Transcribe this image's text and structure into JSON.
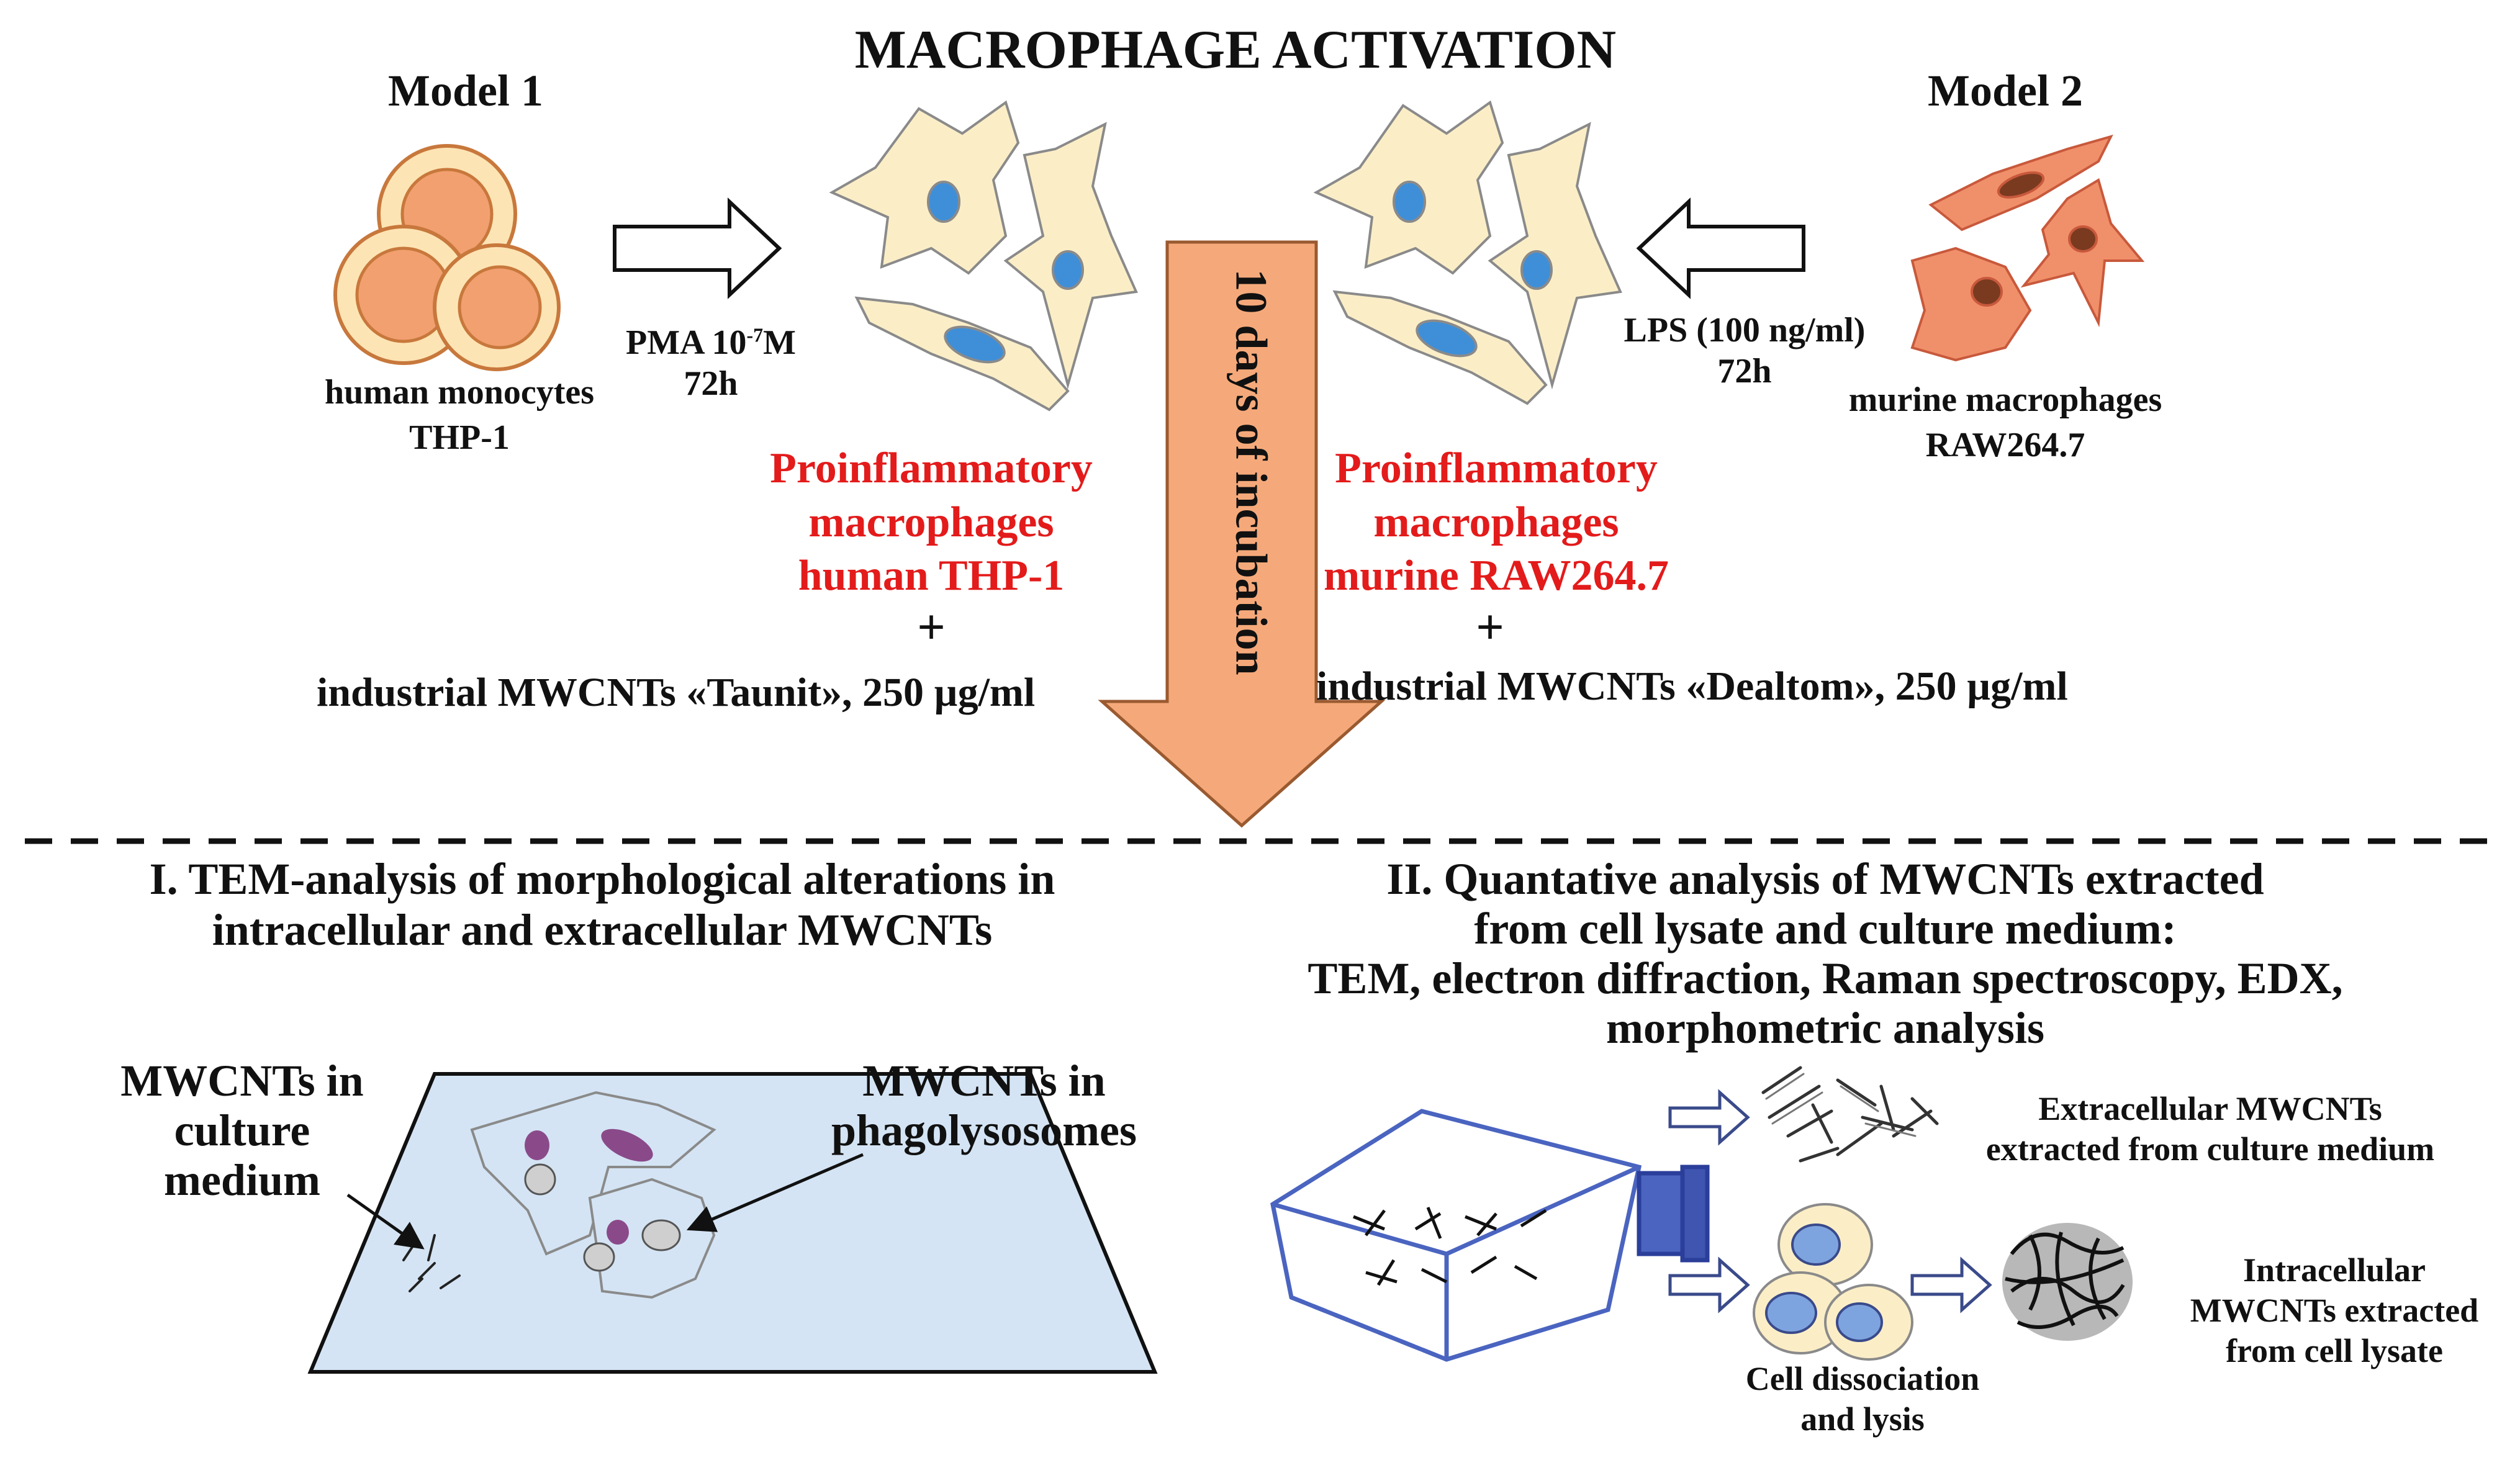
{
  "title": "MACROPHAGE ACTIVATION",
  "model1": {
    "heading": "Model 1",
    "cells": "human monocytes",
    "line": "THP-1",
    "treatment": "PMA 10",
    "treatment_exp": "-7",
    "treatment_unit": "M",
    "duration": "72h",
    "result": [
      "Proinflammatory",
      "macrophages",
      "human THP-1"
    ],
    "plus": "+",
    "nanotubes": "industrial MWCNTs «Taunit», 250 µg/ml"
  },
  "model2": {
    "heading": "Model 2",
    "cells": "murine macrophages",
    "line": "RAW264.7",
    "treatment": "LPS (100 ng/ml)",
    "duration": "72h",
    "result": [
      "Proinflammatory",
      "macrophages",
      "murine RAW264.7"
    ],
    "plus": "+",
    "nanotubes": "industrial MWCNTs «Dealtom», 250 µg/ml"
  },
  "incubation": "10 days of incubation",
  "section1": {
    "title": [
      "I. TEM-analysis of morphological alterations in",
      "intracellular and extracellular MWCNTs"
    ],
    "label_medium": [
      "MWCNTs in",
      "culture",
      "medium"
    ],
    "label_phago": [
      "MWCNTs in",
      "phagolysosomes"
    ]
  },
  "section2": {
    "title": [
      "II. Quantative analysis of MWCNTs extracted",
      "from cell lysate and culture medium:",
      "TEM, electron diffraction, Raman spectroscopy, EDX,",
      "morphometric analysis"
    ],
    "extracellular": [
      "Extracellular MWCNTs",
      "extracted from culture medium"
    ],
    "intracellular": [
      "Intracellular",
      "MWCNTs extracted",
      "from cell lysate"
    ],
    "dissociation": [
      "Cell dissociation",
      "and lysis"
    ]
  },
  "colors": {
    "cell_fill": "#fbeec7",
    "nucleus": "#3f8fd8",
    "monocyte_outer": "#fde4b4",
    "monocyte_inner": "#f2a070",
    "raw_cell": "#f0906a",
    "incubation_arrow": "#f5a97a",
    "red_text": "#e31b1b",
    "plate": "#d4e4f4"
  }
}
